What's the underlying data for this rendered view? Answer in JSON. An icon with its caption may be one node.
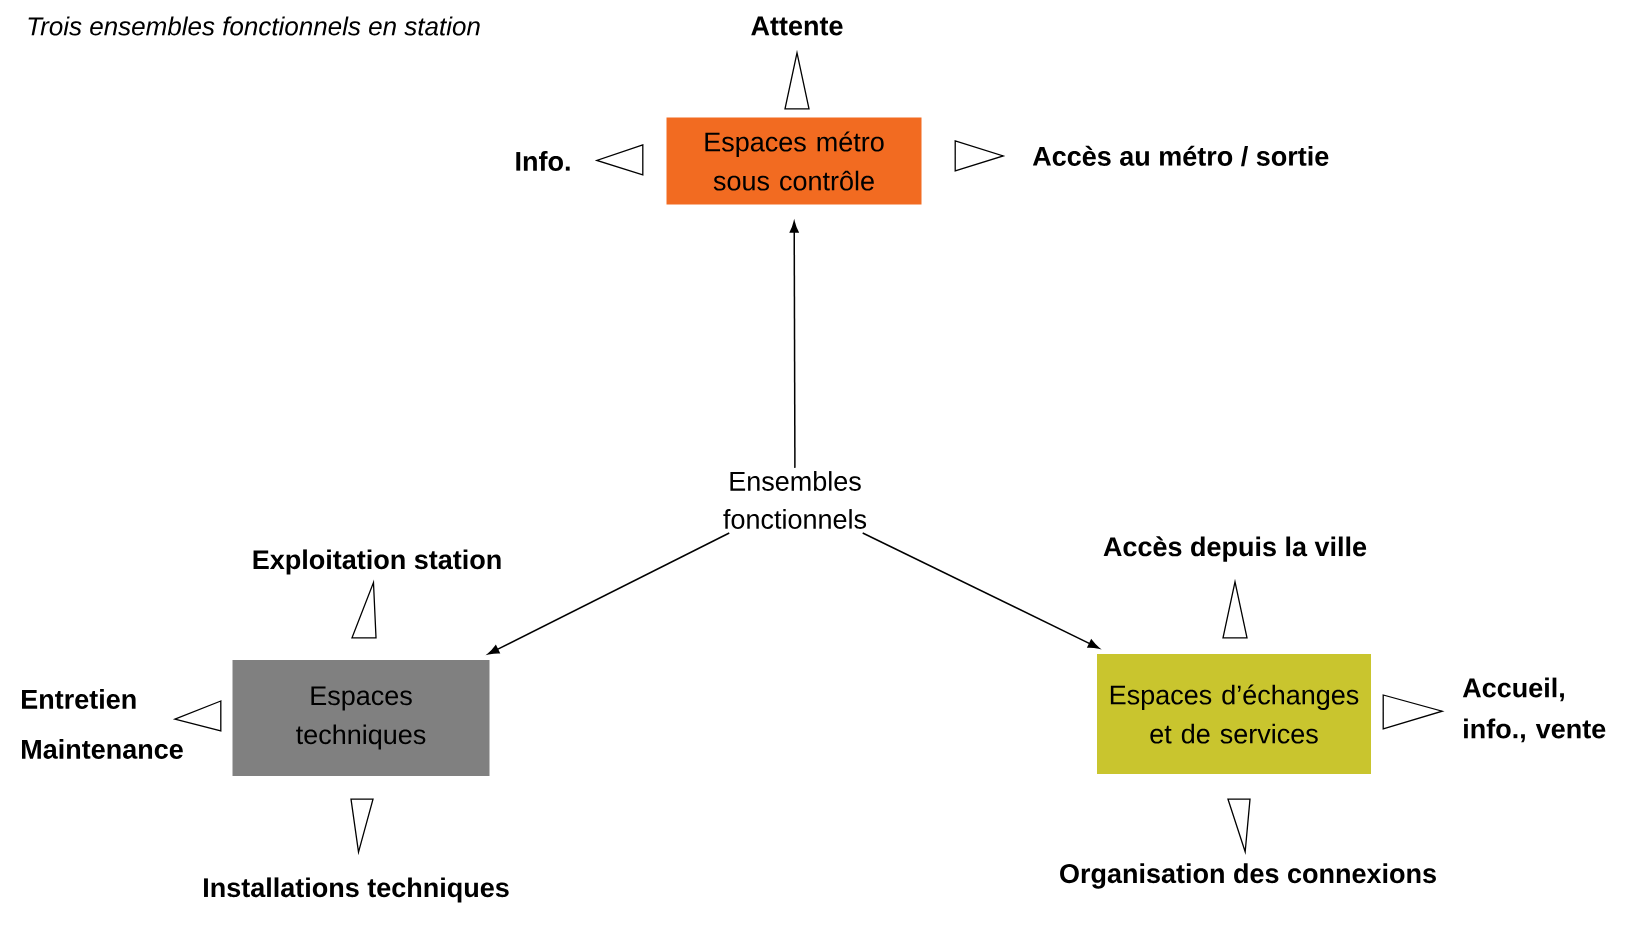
{
  "diagram": {
    "title": "Trois ensembles fonctionnels en station",
    "nodes": [
      {
        "text": [
          "Ensembles fonctionnels"
        ]
      },
      {
        "text": [
          "Espaces métro sous contrôle"
        ]
      },
      {
        "text": [
          "Attente"
        ]
      },
      {
        "text": [
          "Info."
        ]
      },
      {
        "text": [
          "Accès au métro / sortie"
        ]
      },
      {
        "text": [
          "Espaces techniques"
        ]
      },
      {
        "text": [
          "Exploitation station"
        ]
      },
      {
        "text": [
          "Entretien",
          "Maintenance"
        ]
      },
      {
        "text": [
          "Installations techniques"
        ]
      },
      {
        "text": [
          "Espaces d’échanges et de services"
        ]
      },
      {
        "text": [
          "Accès depuis la ville"
        ]
      },
      {
        "text": [
          "Accueil, info., vente"
        ]
      },
      {
        "text": [
          "Organisation des connexions"
        ]
      }
    ],
    "edges": [
      {
        "from": 0,
        "to": 1,
        "arrow": "to"
      },
      {
        "from": 0,
        "to": 5,
        "arrow": "to"
      },
      {
        "from": 0,
        "to": 9,
        "arrow": "to"
      },
      {
        "from": 1,
        "to": 2,
        "arrow": "to"
      },
      {
        "from": 1,
        "to": 3,
        "arrow": "to"
      },
      {
        "from": 1,
        "to": 4,
        "arrow": "to"
      },
      {
        "from": 5,
        "to": 6,
        "arrow": "to"
      },
      {
        "from": 5,
        "to": 7,
        "arrow": "to"
      },
      {
        "from": 5,
        "to": 8,
        "arrow": "to"
      },
      {
        "from": 9,
        "to": 10,
        "arrow": "to"
      },
      {
        "from": 9,
        "to": 11,
        "arrow": "to"
      },
      {
        "from": 9,
        "to": 12,
        "arrow": "to"
      }
    ]
  }
}
